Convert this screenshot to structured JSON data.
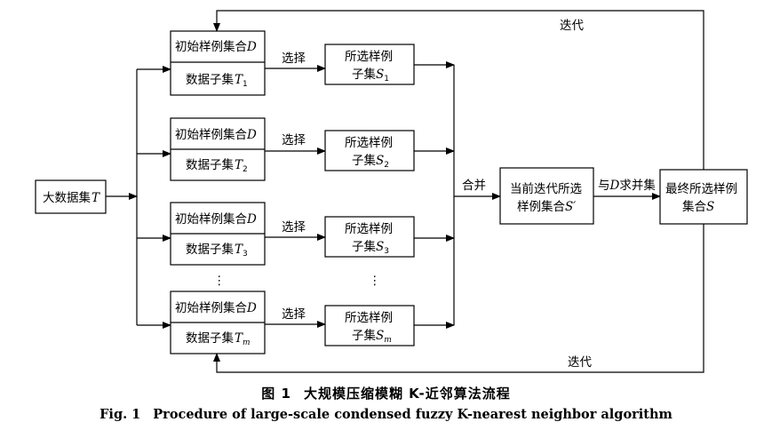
{
  "diagram": {
    "input": {
      "text": "大数据集",
      "var": "T"
    },
    "groups": [
      {
        "top_text": "初始样例集合",
        "top_var": "D",
        "bottom_text": "数据子集",
        "bottom_var": "T",
        "bottom_sub": "1",
        "select_label": "选择",
        "out_text1": "所选样例",
        "out_text2": "子集",
        "out_var": "S",
        "out_sub": "1"
      },
      {
        "top_text": "初始样例集合",
        "top_var": "D",
        "bottom_text": "数据子集",
        "bottom_var": "T",
        "bottom_sub": "2",
        "select_label": "选择",
        "out_text1": "所选样例",
        "out_text2": "子集",
        "out_var": "S",
        "out_sub": "2"
      },
      {
        "top_text": "初始样例集合",
        "top_var": "D",
        "bottom_text": "数据子集",
        "bottom_var": "T",
        "bottom_sub": "3",
        "select_label": "选择",
        "out_text1": "所选样例",
        "out_text2": "子集",
        "out_var": "S",
        "out_sub": "3"
      },
      {
        "top_text": "初始样例集合",
        "top_var": "D",
        "bottom_text": "数据子集",
        "bottom_var": "T",
        "bottom_sub": "m",
        "select_label": "选择",
        "out_text1": "所选样例",
        "out_text2": "子集",
        "out_var": "S",
        "out_sub": "m"
      }
    ],
    "ellipsis": "⋮",
    "merge_label": "合并",
    "current": {
      "line1": "当前迭代所选",
      "line2": "样例集合",
      "var": "S′"
    },
    "union_label": {
      "prefix": "与",
      "var": "D",
      "suffix": "求并集"
    },
    "final": {
      "line1": "最终所选样例",
      "line2": "集合",
      "var": "S"
    },
    "iter_top": "迭代",
    "iter_bottom": "迭代"
  },
  "caption": {
    "cn_label": "图 1",
    "cn_title": "大规模压缩模糊 K-近邻算法流程",
    "en_label": "Fig. 1",
    "en_title": "Procedure of large-scale condensed fuzzy K-nearest neighbor algorithm"
  }
}
